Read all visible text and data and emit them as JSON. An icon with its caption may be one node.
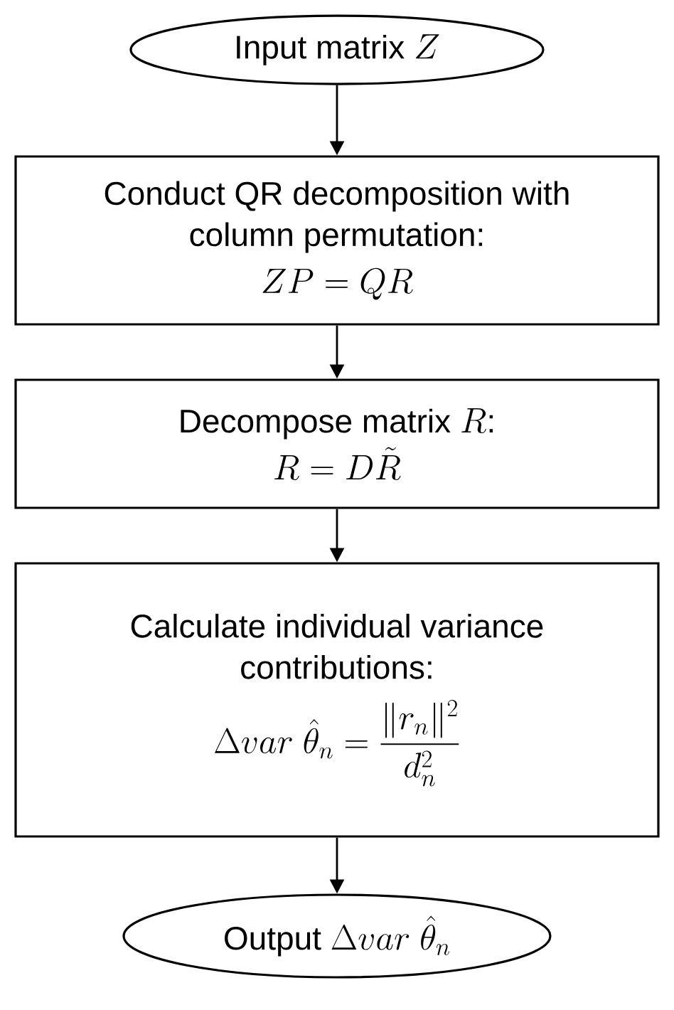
{
  "diagram": {
    "nodes": [
      {
        "text": [
          "Input matrix",
          "Z"
        ]
      },
      {
        "text": [
          "Conduct QR decomposition with column permutation:",
          "ZP = QR"
        ]
      },
      {
        "text": [
          "Decompose matrix",
          "R",
          ":",
          "R = D\\tilde{R}"
        ]
      },
      {
        "text": [
          "Calculate individual variance contributions:",
          "\\Delta var\\ \\hat{\\theta}_n = \\frac{\\|r_n\\|^2}{d_n^2}"
        ]
      },
      {
        "text": [
          "Output",
          "\\Delta var\\ \\hat{\\theta}_n"
        ]
      }
    ],
    "edges": [
      {
        "from": 0,
        "to": 1,
        "arrow": "to"
      },
      {
        "from": 1,
        "to": 2,
        "arrow": "to"
      },
      {
        "from": 2,
        "to": 3,
        "arrow": "to"
      },
      {
        "from": 3,
        "to": 4,
        "arrow": "to"
      }
    ]
  }
}
